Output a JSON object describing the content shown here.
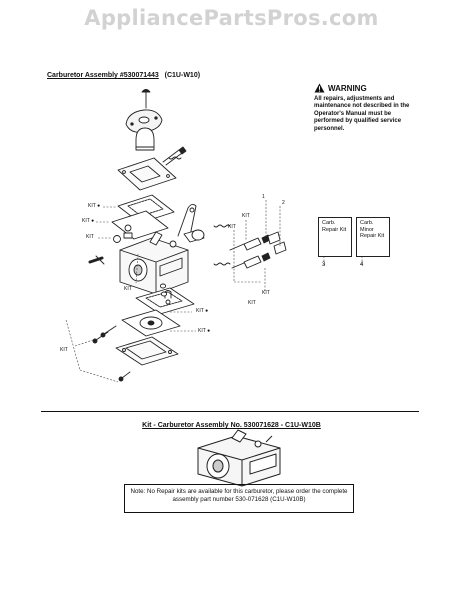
{
  "watermark": "AppliancePartsPros.com",
  "assembly": {
    "title": "Carburetor Assembly #530071443",
    "model": "(C1U-W10)"
  },
  "warning": {
    "heading": "WARNING",
    "body": "All repairs, adjustments and maintenance not described in the Operator's Manual must be performed by qualified service personnel."
  },
  "kits": [
    {
      "label": "Carb. Repair Kit",
      "number": "3"
    },
    {
      "label": "Carb. Minor Repair Kit",
      "number": "4"
    }
  ],
  "callouts": {
    "kit": "KIT",
    "kit_dot": "KIT ●",
    "ref1": "1",
    "ref2": "2"
  },
  "kit_section": {
    "title": "Kit - Carburetor Assembly No. 530071628 - C1U-W10B",
    "note": "Note: No Repair kits are available for this carburetor, please order the complete assembly part number 530-071628 (C1U-W10B)"
  }
}
